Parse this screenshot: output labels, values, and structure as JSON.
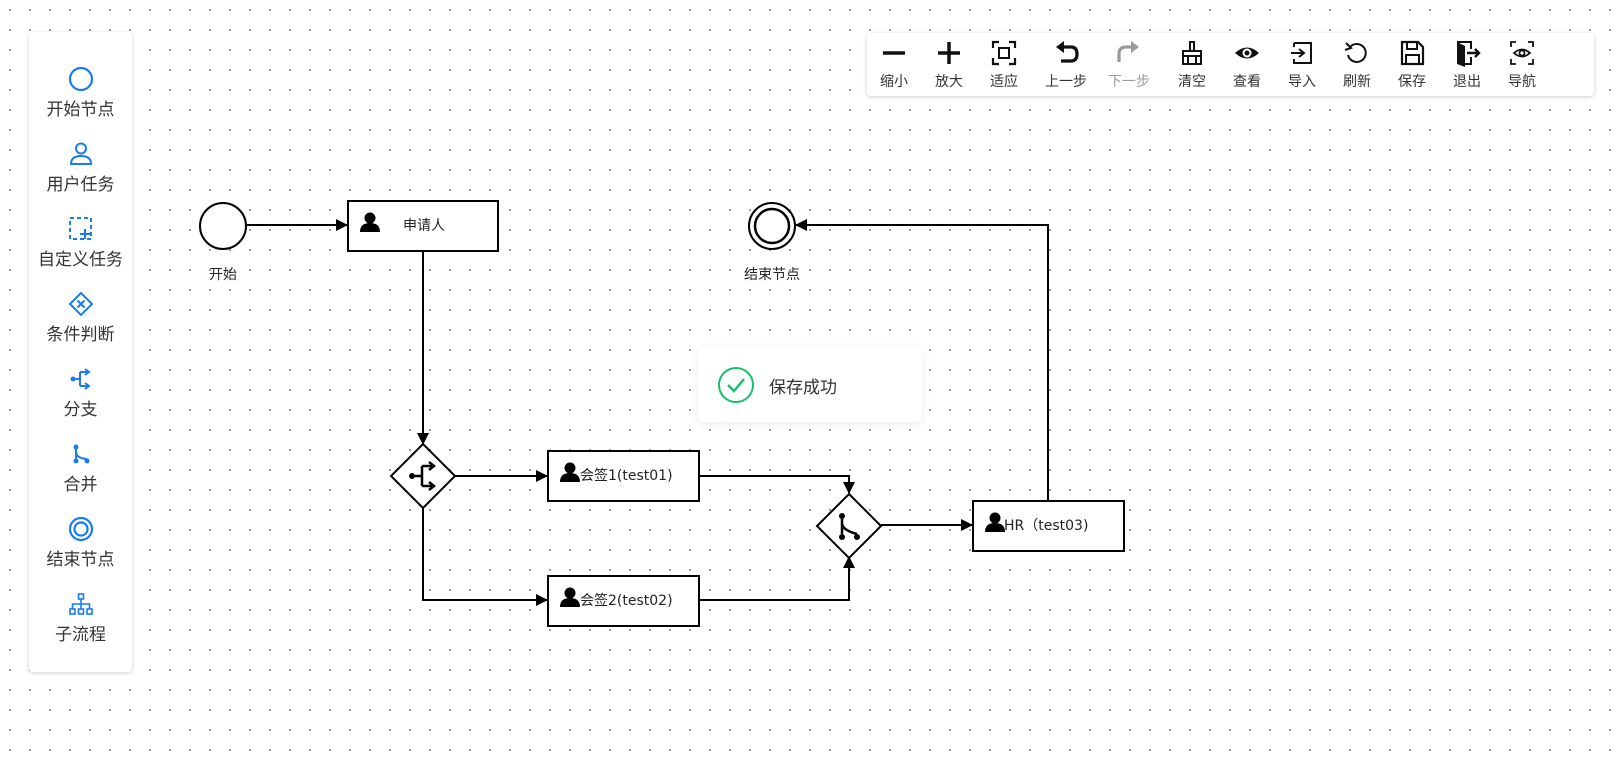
{
  "palette": {
    "items": [
      {
        "label": "开始节点",
        "icon": "circle-icon"
      },
      {
        "label": "用户任务",
        "icon": "user-icon"
      },
      {
        "label": "自定义任务",
        "icon": "dashed-square-plus-icon"
      },
      {
        "label": "条件判断",
        "icon": "diamond-x-icon"
      },
      {
        "label": "分支",
        "icon": "fork-icon"
      },
      {
        "label": "合并",
        "icon": "merge-icon"
      },
      {
        "label": "结束节点",
        "icon": "double-circle-icon"
      },
      {
        "label": "子流程",
        "icon": "hierarchy-icon"
      }
    ],
    "accent_color": "#1a7cf0"
  },
  "toolbar": {
    "zoom_out": "缩小",
    "zoom_in": "放大",
    "fit": "适应",
    "undo": "上一步",
    "redo": "下一步",
    "clear": "清空",
    "view": "查看",
    "import": "导入",
    "refresh": "刷新",
    "save": "保存",
    "exit": "退出",
    "navigate": "导航"
  },
  "diagram": {
    "start_label": "开始",
    "applicant_label": "申请人",
    "end_label": "结束节点",
    "sign1_label": "会签1(test01)",
    "sign2_label": "会签2(test02)",
    "hr_label": "HR（test03)"
  },
  "toast": {
    "message": "保存成功",
    "success_color": "#19be6b"
  }
}
